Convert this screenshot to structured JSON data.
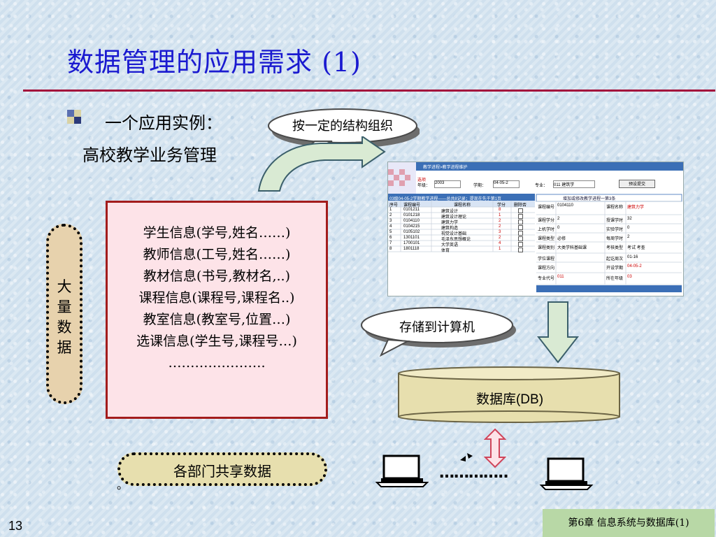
{
  "slide": {
    "title": "数据管理的应用需求 (1)",
    "line1": "一个应用实例：",
    "line2": "高校教学业务管理",
    "page_number": "13",
    "footer": "第6章  信息系统与数据库(1)"
  },
  "callouts": {
    "organize": "按一定的结构组织",
    "store": "存储到计算机"
  },
  "info_box": {
    "lines": [
      "学生信息(学号,姓名……)",
      "教师信息(工号,姓名……)",
      "教材信息(书号,教材名,..)",
      "课程信息(课程号,课程名..)",
      "教室信息(教室号,位置…)",
      "选课信息(学生号,课程号…)",
      "…………………."
    ]
  },
  "side_label": "大量数据",
  "database": {
    "label": "数据库(DB)"
  },
  "share_label": "各部门共享数据",
  "share_dot": "。",
  "between_dots": "…………..",
  "screenshot": {
    "header": "教学进程>教学进程维护",
    "filter_year_label": "年级：",
    "filter_year": "2003",
    "filter_term_label": "学期：",
    "filter_term": "04-05-2",
    "filter_major_label": "专业：",
    "filter_major": "011 建筑学",
    "preview_button": "预设提交",
    "select_label": "选项",
    "table_caption": "03级04-05-2学期教学进程——总共8记录；提现在先于第1页",
    "columns": [
      "序号",
      "课程编号",
      "课程名称",
      "学分",
      "删除否"
    ],
    "rows": [
      [
        "1",
        "0101211",
        "建筑设计",
        "8"
      ],
      [
        "2",
        "0101218",
        "建筑设计理论",
        "1"
      ],
      [
        "3",
        "0104110",
        "建筑力学",
        "2"
      ],
      [
        "4",
        "0104215",
        "建筑构造",
        "2"
      ],
      [
        "5",
        "0105102",
        "视觉设计基础",
        "3"
      ],
      [
        "6",
        "1301101",
        "毛泽东思想概论",
        "2"
      ],
      [
        "7",
        "1700101",
        "大学英语",
        "4"
      ],
      [
        "8",
        "1801118",
        "体育",
        "1"
      ]
    ],
    "form_title": "增加或修改教学进程一第3条",
    "form_rows": [
      [
        "课程编号",
        "0104110",
        "课程名称",
        "建筑力学"
      ],
      [
        "课程学分",
        "2",
        "授课学时",
        "32"
      ],
      [
        "上机学时",
        "0",
        "实验学时",
        "0"
      ],
      [
        "课程类型",
        "必修",
        "每周学时",
        "2"
      ],
      [
        "课程类别",
        "大类学科基础课",
        "考核类型",
        "考试  考查"
      ],
      [
        "学位课程",
        "",
        "起讫周次",
        "01-16"
      ],
      [
        "课程方向",
        "",
        "开设学期",
        "04-05-2"
      ],
      [
        "专业代号",
        "011",
        "所在年级",
        "03"
      ]
    ]
  },
  "colors": {
    "title": "#1a1ad0",
    "rule": "#a3123c",
    "info_bg": "#fde3e8",
    "info_border": "#a31c1c",
    "db_fill": "#e7dfae",
    "footer_bg": "#b8d8a6",
    "arrow_fill": "#d9ead3"
  }
}
